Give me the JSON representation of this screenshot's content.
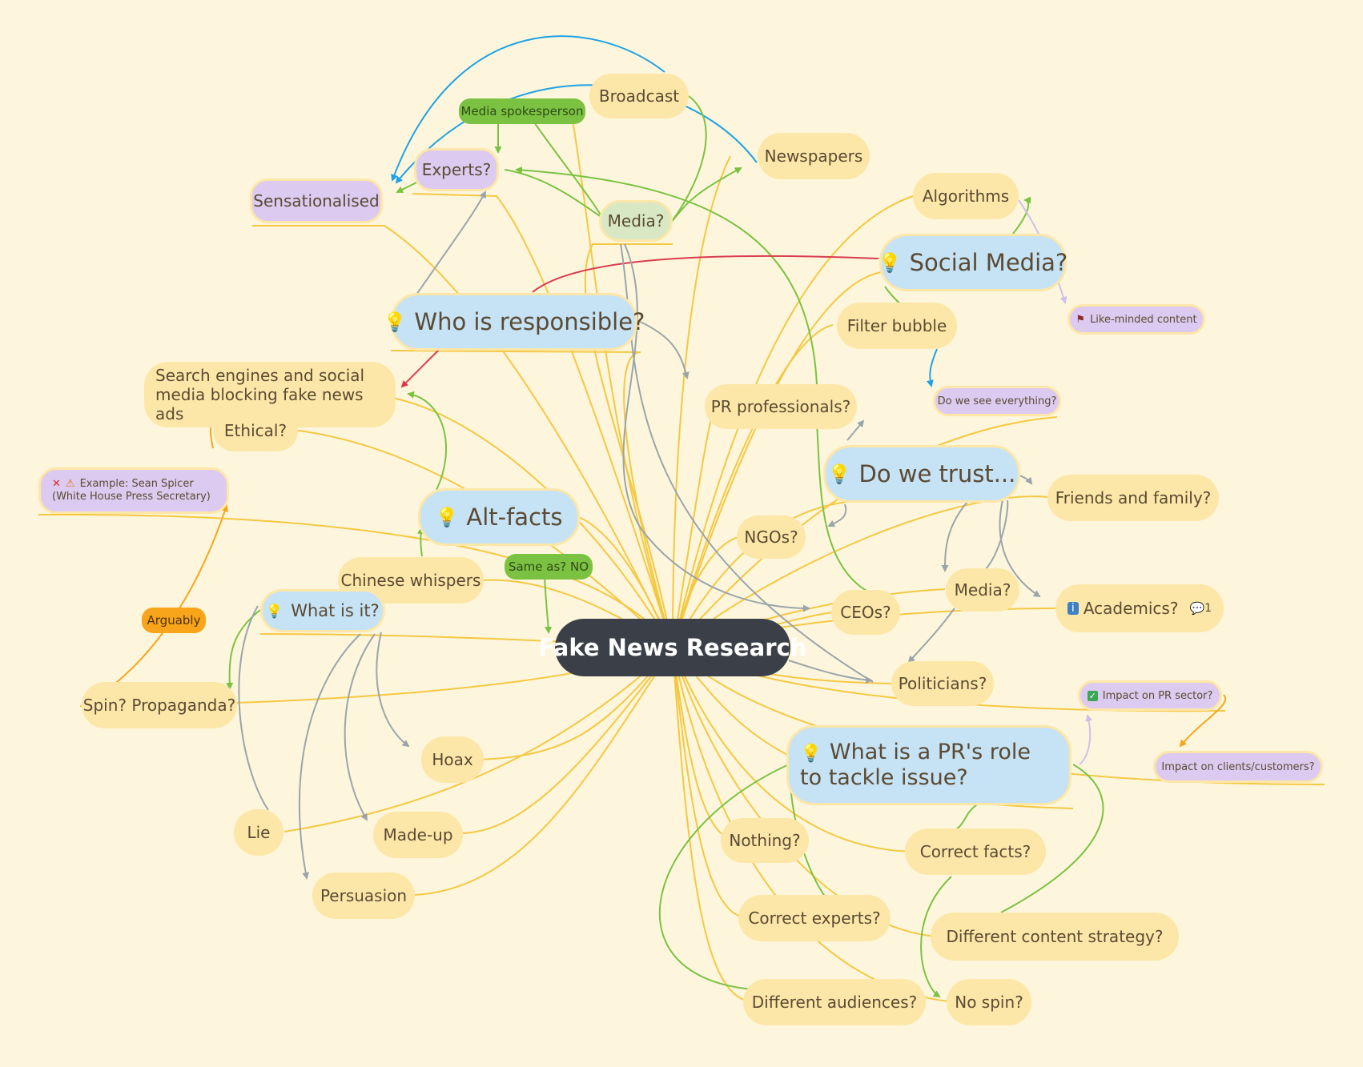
{
  "map": {
    "root": "Fake News Research",
    "nodes": {
      "broadcast": "Broadcast",
      "media_spokesperson": "Media spokesperson",
      "newspapers": "Newspapers",
      "experts": "Experts?",
      "sensationalised": "Sensationalised",
      "media_q": "Media?",
      "algorithms": "Algorithms",
      "social_media": "Social Media?",
      "like_minded": "Like-minded content",
      "filter_bubble": "Filter bubble",
      "who_responsible": "Who is responsible?",
      "search_engines": "Search engines and social media blocking fake news ads",
      "ethical": "Ethical?",
      "example_spicer": "Example: Sean Spicer (White House Press Secretary)",
      "pr_professionals": "PR professionals?",
      "do_we_see": "Do we see everything?",
      "do_we_trust": "Do we trust...",
      "friends_family": "Friends and family?",
      "alt_facts": "Alt-facts",
      "ngos": "NGOs?",
      "same_as": "Same as? NO",
      "chinese_whispers": "Chinese whispers",
      "media_q2": "Media?",
      "academics": "Academics?",
      "academics_comments": "1",
      "what_is_it": "What is it?",
      "arguably": "Arguably",
      "ceos": "CEOs?",
      "politicians": "Politicians?",
      "impact_pr": "Impact on PR sector?",
      "spin_propaganda": "Spin? Propaganda?",
      "pr_role": "What is a PR's role to tackle issue?",
      "impact_clients": "Impact on clients/customers?",
      "hoax": "Hoax",
      "lie": "Lie",
      "made_up": "Made-up",
      "nothing": "Nothing?",
      "correct_facts": "Correct facts?",
      "persuasion": "Persuasion",
      "correct_experts": "Correct experts?",
      "different_content": "Different content strategy?",
      "different_audiences": "Different audiences?",
      "no_spin": "No spin?"
    }
  },
  "icons": {
    "idea": "lightbulb-icon",
    "flag": "flag-icon",
    "cross": "red-cross-icon",
    "warning": "warning-icon",
    "info": "info-icon",
    "check": "checkbox-checked-icon",
    "comment": "comment-icon"
  },
  "colors": {
    "background": "#fdf6dc",
    "branch": "#f5c842",
    "topic_yellow": "#fde7a8",
    "topic_purple": "#dccaf0",
    "topic_blue": "#c6e2f5",
    "root": "#3b4048",
    "label_green": "#7cc242",
    "label_orange": "#f8a51b",
    "link_blue": "#1ea2e6",
    "link_green": "#7cc242",
    "link_gray": "#9aa5ab",
    "link_red": "#d93c4f",
    "link_orange": "#f8a51b",
    "link_lavender": "#cfc0ea"
  }
}
